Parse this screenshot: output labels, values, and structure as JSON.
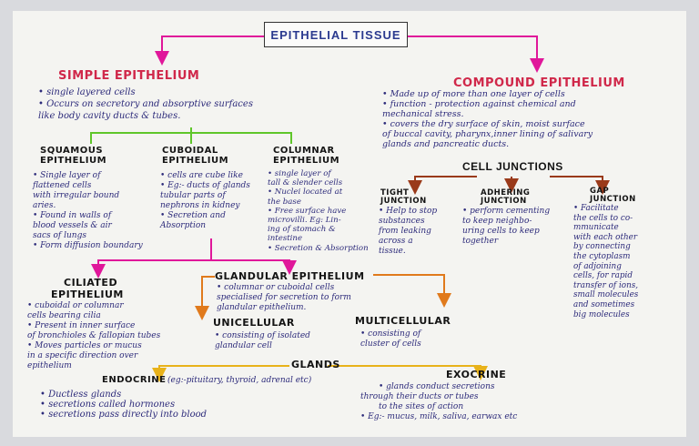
{
  "title": "EPITHELIAL TISSUE",
  "simple": {
    "heading": "SIMPLE EPITHELIUM",
    "lines": [
      "• single layered cells",
      "• Occurs on secretory and absorptive surfaces",
      "  like body cavity ducts & tubes."
    ]
  },
  "compound": {
    "heading": "COMPOUND EPITHELIUM",
    "lines": [
      "• Made up of more than one layer of cells",
      "• function - protection against chemical and",
      "  mechanical stress.",
      "• covers the dry surface of skin, moist surface",
      "  of buccal cavity, pharynx,inner lining of salivary",
      "  glands and pancreatic ducts."
    ]
  },
  "squamous": {
    "heading": [
      "SQUAMOUS",
      "EPITHELIUM"
    ],
    "lines": [
      "• Single layer of",
      "  flattened cells",
      "with irregular bound",
      "  aries.",
      "• Found in walls of",
      "blood vessels & air",
      "  sacs of lungs",
      "• Form diffusion boundary"
    ]
  },
  "cuboidal": {
    "heading": [
      "CUBOIDAL",
      "EPITHELIUM"
    ],
    "lines": [
      "• cells are cube like",
      "• Eg:- ducts of glands",
      "tubular parts of",
      "nephrons in kidney",
      "• Secretion and",
      "  Absorption"
    ]
  },
  "columnar": {
    "heading": [
      "COLUMNAR",
      "EPITHELIUM"
    ],
    "lines": [
      "• single layer of",
      "tall & slender cells",
      "• Nuclei located at",
      "  the base",
      "• Free surface have",
      "microvilli. Eg: Lin-",
      "ing of stomach &",
      "intestine",
      "• Secretion & Absorption"
    ]
  },
  "junctions": {
    "heading": "CELL JUNCTIONS",
    "tight": {
      "heading": [
        "TIGHT",
        "JUNCTION"
      ],
      "lines": [
        "• Help to stop",
        "substances",
        "from leaking",
        "across a",
        "tissue."
      ]
    },
    "adhering": {
      "heading": [
        "ADHERING",
        "JUNCTION"
      ],
      "lines": [
        "• perform cementing",
        "to keep neighbo-",
        "uring cells to keep",
        "together"
      ]
    },
    "gap": {
      "heading": [
        "GAP",
        "JUNCTION"
      ],
      "lines": [
        "• Facilitate",
        "the cells to co-",
        "mmunicate",
        "with each other",
        "by connecting",
        "the cytoplasm",
        "of adjoining",
        "cells, for rapid",
        "transfer of ions,",
        "small molecules",
        "and sometimes",
        "big molecules"
      ]
    }
  },
  "ciliated": {
    "heading": [
      "CILIATED",
      "EPITHELIUM"
    ],
    "lines": [
      "• cuboidal or columnar",
      "cells bearing cilia",
      "• Present in inner surface",
      "of bronchioles & fallopian tubes",
      "• Moves particles or mucus",
      "in a specific direction over",
      "epithelium"
    ]
  },
  "glandular": {
    "heading": "GLANDULAR EPITHELIUM",
    "lines": [
      "• columnar or cuboidal cells",
      "specialised for secretion to form",
      "  glandular epithelium."
    ]
  },
  "unicellular": {
    "heading": "UNICELLULAR",
    "lines": [
      "• consisting of isolated",
      "  glandular cell"
    ]
  },
  "multicellular": {
    "heading": "MULTICELLULAR",
    "lines": [
      "• consisting of",
      "  cluster of cells"
    ]
  },
  "glands": {
    "heading": "GLANDS"
  },
  "endocrine": {
    "heading": "ENDOCRINE",
    "note": "(eg:-pituitary, thyroid, adrenal etc)",
    "lines": [
      "• Ductless glands",
      "• secretions called hormones",
      "• secretions pass directly into blood"
    ]
  },
  "exocrine": {
    "heading": "EXOCRINE",
    "lines": [
      "• glands conduct secretions",
      "through their ducts or tubes",
      "to the sites of action",
      "• Eg:- mucus, milk, saliva, earwax etc"
    ]
  },
  "colors": {
    "magenta": "#e0179a",
    "green": "#5fc62a",
    "orange": "#e07a1c",
    "yellow": "#e8b21a",
    "brown": "#9a3a1a",
    "ink": "#2c2a7a",
    "red": "#d0284a"
  }
}
